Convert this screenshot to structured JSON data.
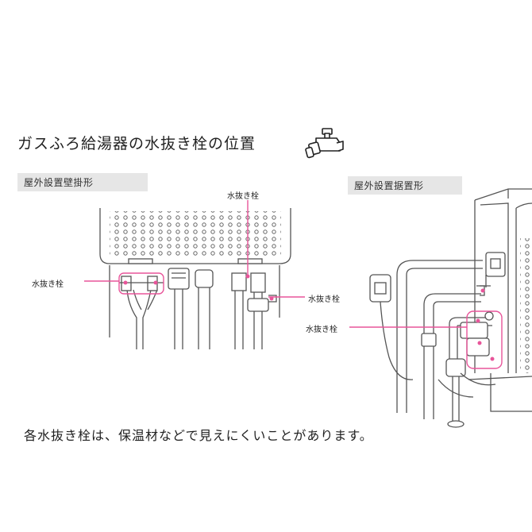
{
  "title": "ガスふろ給湯器の水抜き栓の位置",
  "sections": {
    "wall": "屋外設置壁掛形",
    "floor": "屋外設置据置形"
  },
  "callouts": {
    "wall_top": "水抜き栓",
    "wall_left": "水抜き栓",
    "wall_right": "水抜き栓",
    "floor": "水抜き栓"
  },
  "footer": "各水抜き栓は、保温材などで見えにくいことがあります。",
  "colors": {
    "accent": "#e8559a",
    "line": "#555555",
    "label_bg": "#e6e6e6"
  },
  "icons": [
    "drain-valve-icon"
  ]
}
